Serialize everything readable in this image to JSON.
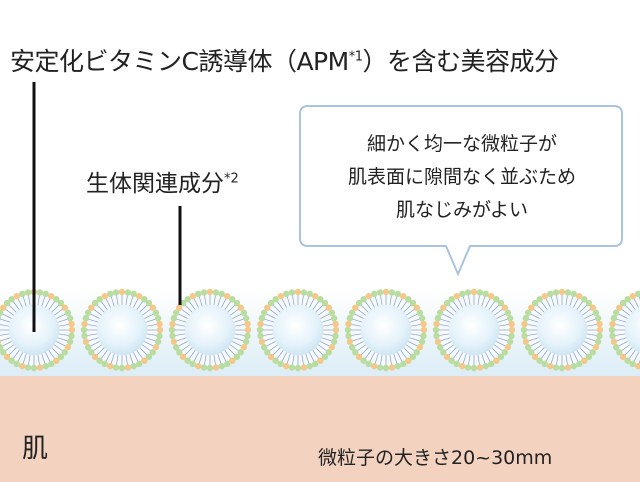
{
  "title": {
    "text": "安定化ビタミンC誘導体（APM",
    "sup": "*1",
    "after": "）を含む美容成分"
  },
  "sub_label": {
    "text": "生体関連成分",
    "sup": "*2"
  },
  "callout": {
    "lines": [
      "細かく均一な微粒子が",
      "肌表面に隙間なく並ぶため",
      "肌なじみがよい"
    ]
  },
  "skin_label": "肌",
  "size_label": "微粒子の大きさ20~30mm",
  "colors": {
    "skin": "#f3d2c0",
    "fluid": "#e2f1f8",
    "lipid_head_green": "#b9dca0",
    "lipid_head_orange": "#f5c88a",
    "tail": "#9aa8c8"
  }
}
